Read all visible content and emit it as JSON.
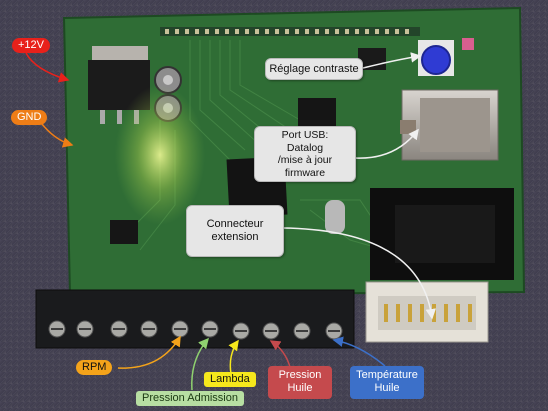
{
  "annotations": {
    "power_plus": "+12V",
    "ground": "GND",
    "contrast": "Réglage contraste",
    "usb_port": [
      "Port USB:",
      "Datalog",
      "/mise à jour",
      "firmware"
    ],
    "extension": [
      "Connecteur",
      "extension"
    ],
    "rpm": "RPM",
    "boost_pressure": "Pression Admission",
    "lambda": "Lambda",
    "oil_pressure": [
      "Pression",
      "Huile"
    ],
    "oil_temperature": [
      "Température",
      "Huile"
    ]
  },
  "colors": {
    "power_plus": "#e8211b",
    "ground": "#ee7d16",
    "rpm": "#f4a31a",
    "boost_pressure": "#b7dea2",
    "lambda": "#f6e81c",
    "oil_pressure": "#c54a4d",
    "oil_temperature": "#3c70c9",
    "pcb": "#2e6b34"
  }
}
